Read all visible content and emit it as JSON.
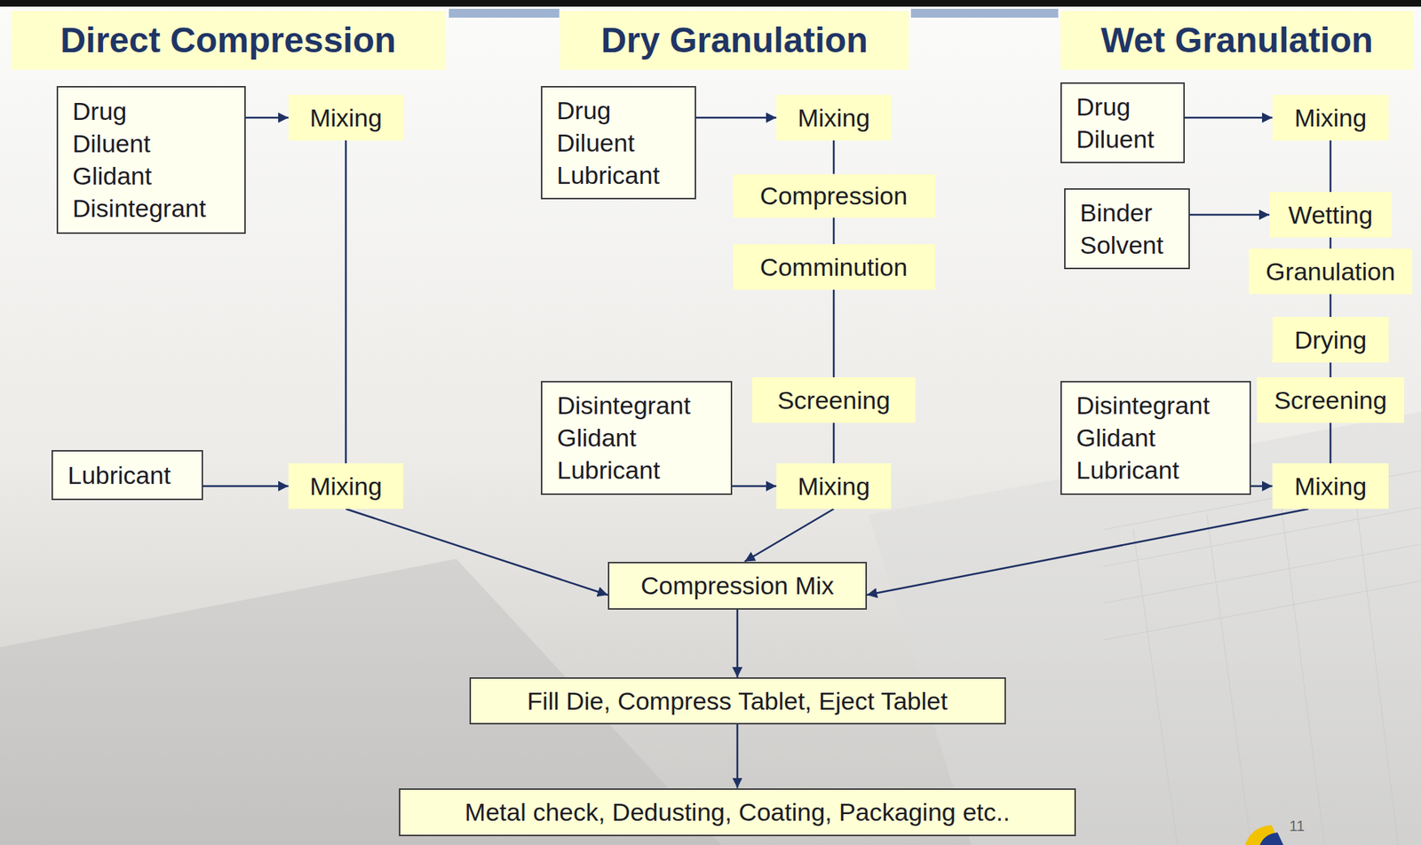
{
  "diagram": {
    "nodes": [
      {
        "text": [
          "Direct Compression"
        ]
      },
      {
        "text": [
          "Dry Granulation"
        ]
      },
      {
        "text": [
          "Wet Granulation"
        ]
      },
      {
        "text": [
          "Drug",
          "Diluent",
          "Glidant",
          "Disintegrant"
        ]
      },
      {
        "text": [
          "Mixing"
        ]
      },
      {
        "text": [
          "Lubricant"
        ]
      },
      {
        "text": [
          "Mixing"
        ]
      },
      {
        "text": [
          "Drug",
          "Diluent",
          "Lubricant"
        ]
      },
      {
        "text": [
          "Mixing"
        ]
      },
      {
        "text": [
          "Compression"
        ]
      },
      {
        "text": [
          "Comminution"
        ]
      },
      {
        "text": [
          "Screening"
        ]
      },
      {
        "text": [
          "Disintegrant",
          "Glidant",
          "Lubricant"
        ]
      },
      {
        "text": [
          "Mixing"
        ]
      },
      {
        "text": [
          "Drug",
          "Diluent"
        ]
      },
      {
        "text": [
          "Mixing"
        ]
      },
      {
        "text": [
          "Binder",
          "Solvent"
        ]
      },
      {
        "text": [
          "Wetting"
        ]
      },
      {
        "text": [
          "Granulation"
        ]
      },
      {
        "text": [
          "Drying"
        ]
      },
      {
        "text": [
          "Screening"
        ]
      },
      {
        "text": [
          "Disintegrant",
          "Glidant",
          "Lubricant"
        ]
      },
      {
        "text": [
          "Mixing"
        ]
      },
      {
        "text": [
          "Compression Mix"
        ]
      },
      {
        "text": [
          "Fill Die, Compress Tablet, Eject Tablet"
        ]
      },
      {
        "text": [
          "Metal check, Dedusting, Coating, Packaging etc.."
        ]
      }
    ],
    "edges": [
      {
        "from": 3,
        "to": 4,
        "arrow": "to"
      },
      {
        "from": 4,
        "to": 6,
        "arrow": "none"
      },
      {
        "from": 5,
        "to": 6,
        "arrow": "to"
      },
      {
        "from": 6,
        "to": 23,
        "arrow": "to"
      },
      {
        "from": 7,
        "to": 8,
        "arrow": "to"
      },
      {
        "from": 8,
        "to": 9,
        "arrow": "none"
      },
      {
        "from": 9,
        "to": 10,
        "arrow": "none"
      },
      {
        "from": 10,
        "to": 11,
        "arrow": "none"
      },
      {
        "from": 11,
        "to": 13,
        "arrow": "none"
      },
      {
        "from": 12,
        "to": 13,
        "arrow": "to"
      },
      {
        "from": 13,
        "to": 23,
        "arrow": "to"
      },
      {
        "from": 14,
        "to": 15,
        "arrow": "to"
      },
      {
        "from": 15,
        "to": 17,
        "arrow": "none"
      },
      {
        "from": 16,
        "to": 17,
        "arrow": "to"
      },
      {
        "from": 17,
        "to": 18,
        "arrow": "none"
      },
      {
        "from": 18,
        "to": 19,
        "arrow": "none"
      },
      {
        "from": 19,
        "to": 20,
        "arrow": "none"
      },
      {
        "from": 20,
        "to": 22,
        "arrow": "none"
      },
      {
        "from": 21,
        "to": 22,
        "arrow": "to"
      },
      {
        "from": 22,
        "to": 23,
        "arrow": "to"
      },
      {
        "from": 23,
        "to": 24,
        "arrow": "to"
      },
      {
        "from": 24,
        "to": 25,
        "arrow": "to"
      }
    ],
    "labels": [
      "11"
    ]
  }
}
